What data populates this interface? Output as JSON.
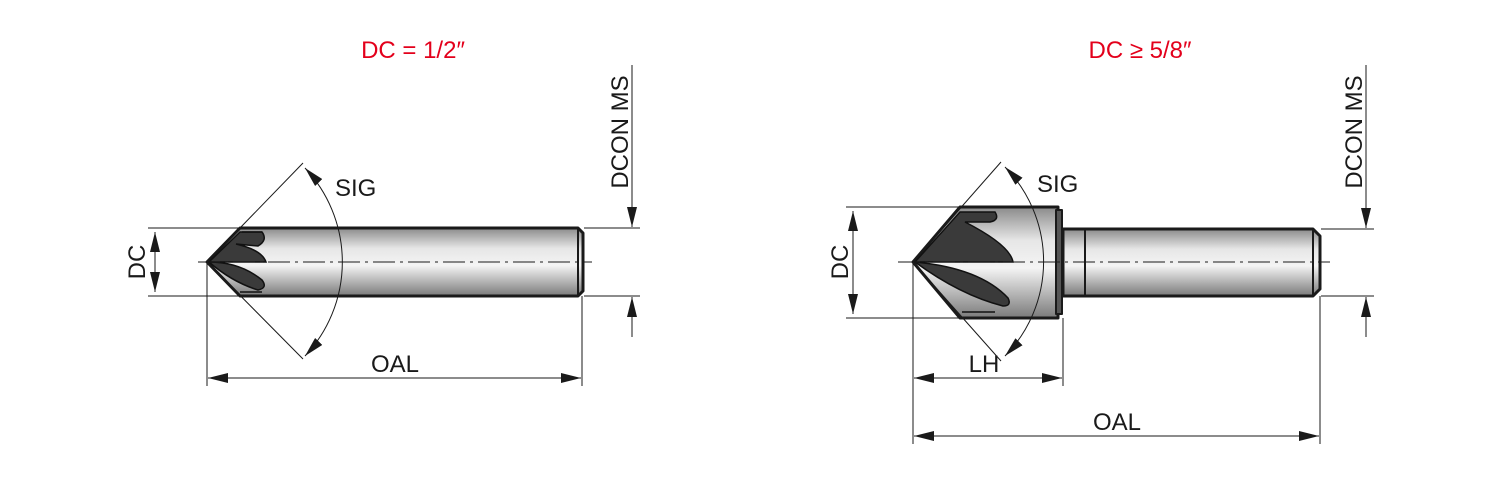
{
  "colors": {
    "title": "#e3001b",
    "line": "#1a1a1a"
  },
  "left": {
    "title": "DC = 1/2″",
    "labels": {
      "sig": "SIG",
      "dc": "DC",
      "oal": "OAL",
      "dcon": "DCON MS"
    }
  },
  "right": {
    "title": "DC ≥ 5/8″",
    "labels": {
      "sig": "SIG",
      "dc": "DC",
      "lh": "LH",
      "oal": "OAL",
      "dcon": "DCON MS"
    }
  }
}
